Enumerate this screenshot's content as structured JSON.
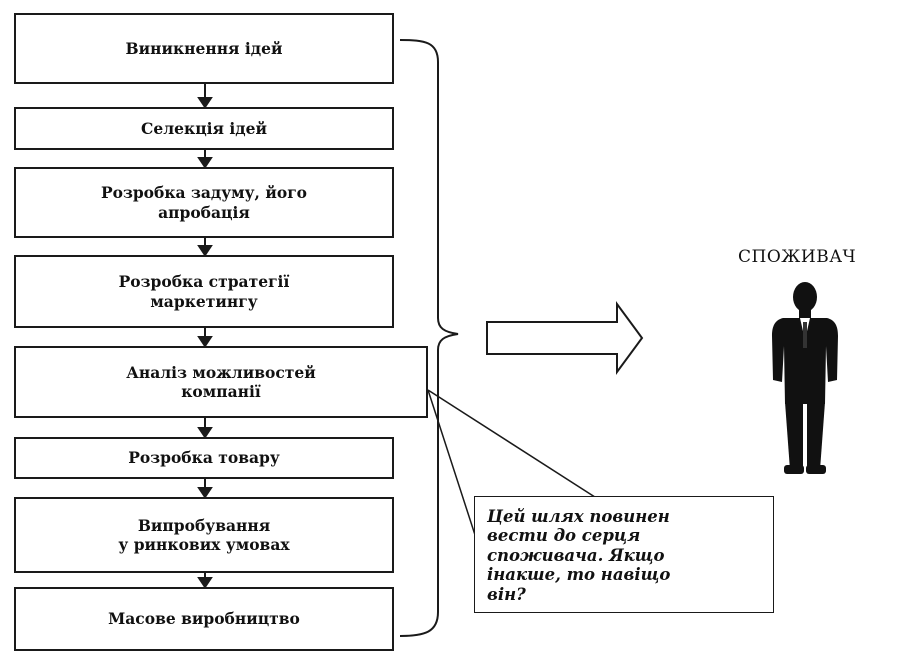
{
  "steps": [
    "Виникнення ідей",
    "Селекція ідей",
    "Розробка задуму, його\nапробація",
    "Розробка стратегії\nмаркетингу",
    "Аналіз можливостей\nкомпанії",
    "Розробка товару",
    "Випробування\nу ринкових умовах",
    "Масове виробництво"
  ],
  "consumer": {
    "label": "СПОЖИВАЧ",
    "icon": "person-in-suit-icon"
  },
  "note": "Цей шлях повинен\nвести до серця\nспоживача. Якщо\nінакше, то навіщо\nвін?",
  "colors": {
    "ink": "#1a1a1a",
    "background": "#ffffff"
  }
}
